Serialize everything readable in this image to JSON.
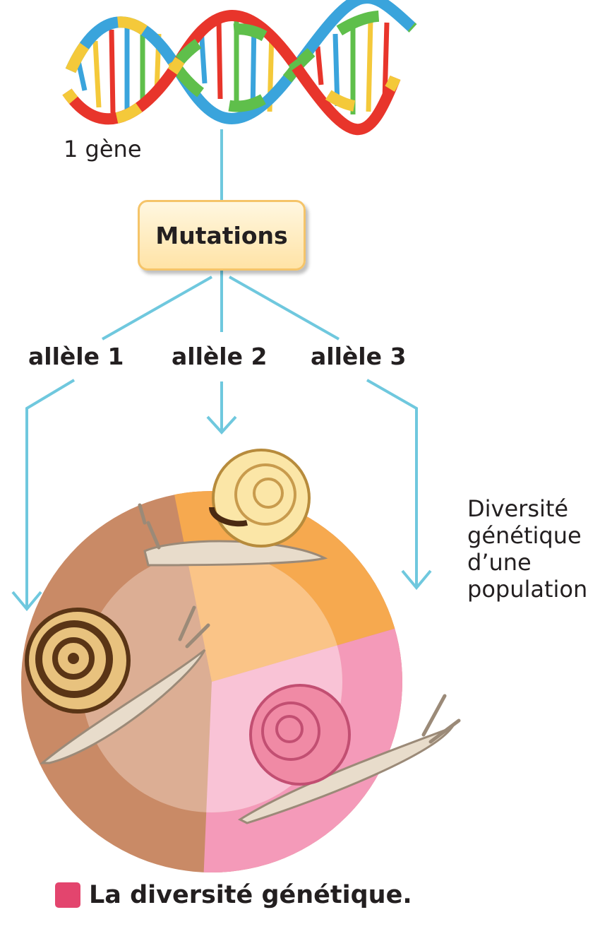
{
  "gene_label": "1 gène",
  "mutations_label": "Mutations",
  "alleles": [
    "allèle 1",
    "allèle 2",
    "allèle 3"
  ],
  "diversity_lines": [
    "Diversité",
    "génétique",
    "d’une",
    "population"
  ],
  "caption": "La diversité génétique.",
  "colors": {
    "arrow": "#6fc8de",
    "allele1": "#c98a66",
    "allele2": "#f6a94f",
    "allele3": "#f49ab9",
    "caption_square": "#e3456e"
  }
}
